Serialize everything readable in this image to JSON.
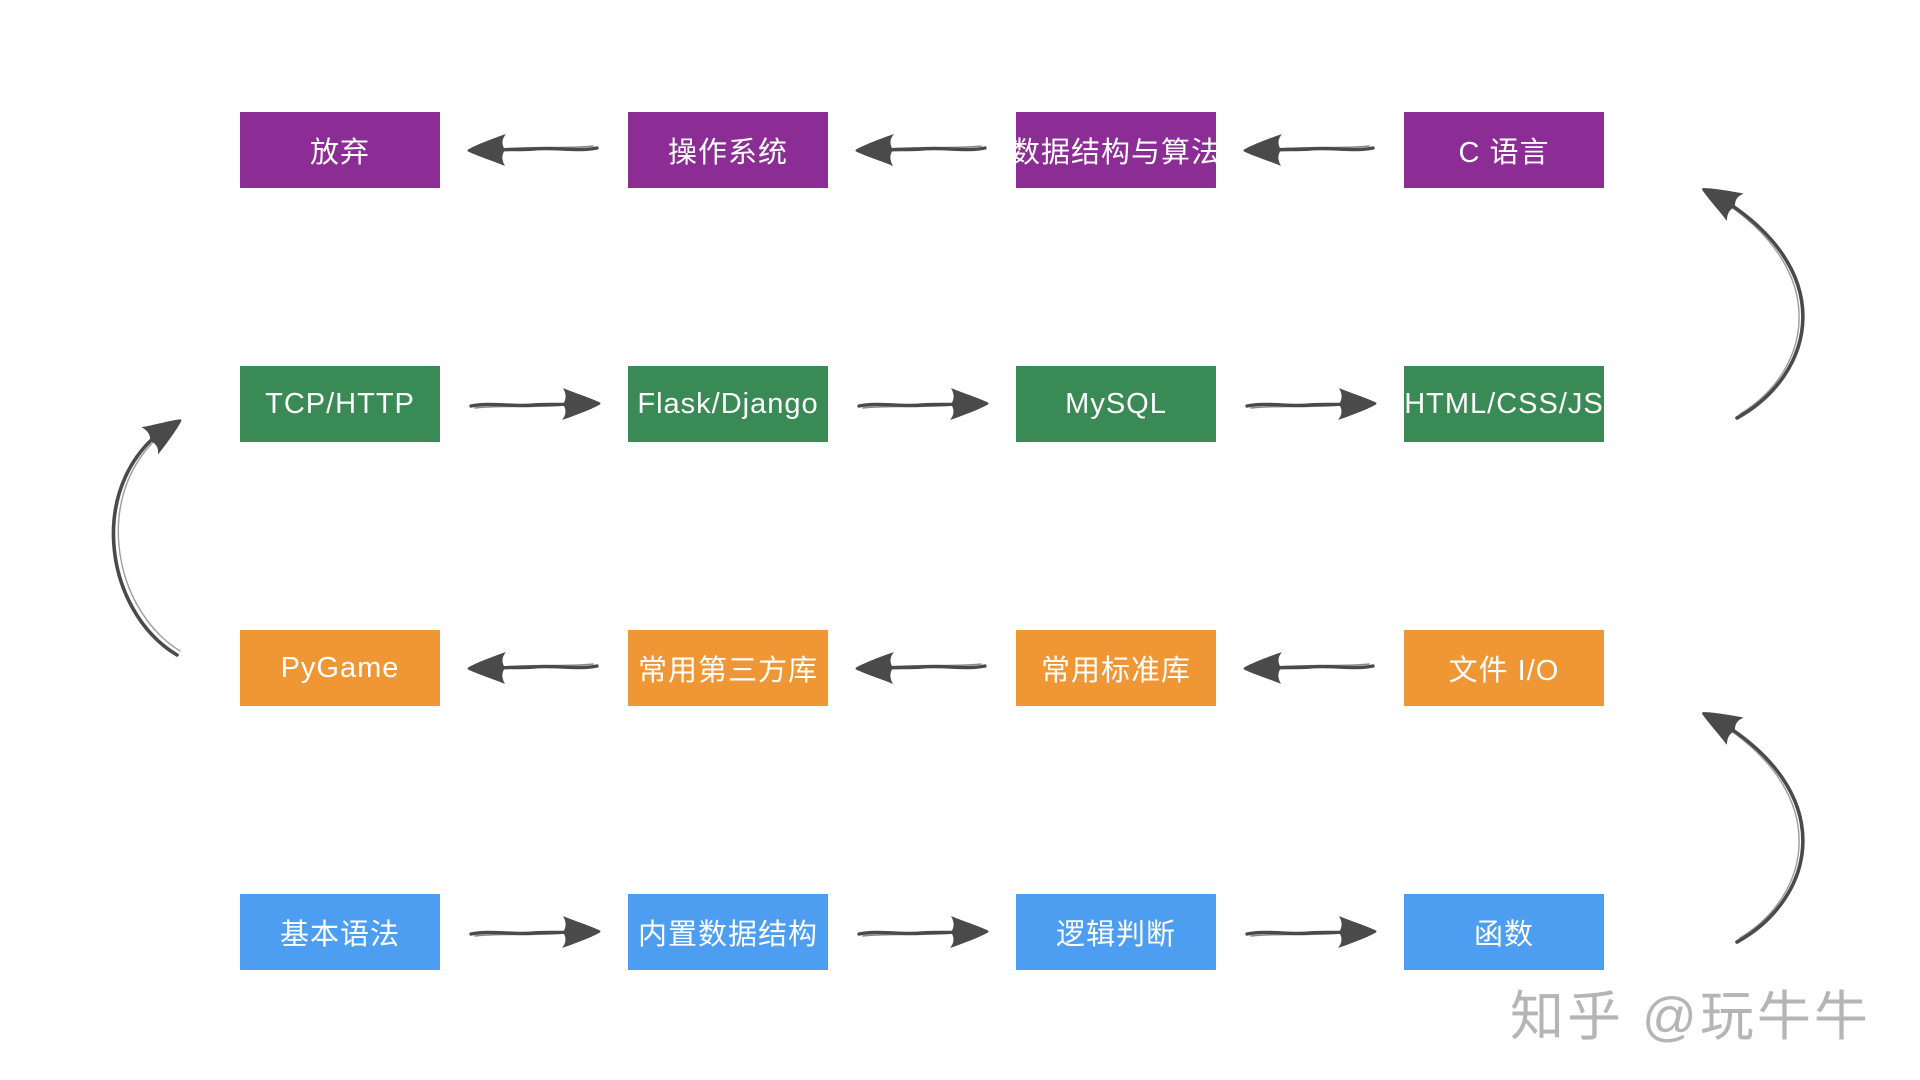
{
  "diagram": {
    "description": "Python learning path flowchart (snake layout, read bottom row upward)",
    "background": "#ffffff"
  },
  "colors": {
    "purple": "#8c2d96",
    "green": "#3a8a56",
    "orange": "#ef9735",
    "blue": "#4d9ef0",
    "arrow": "#4a4a4a"
  },
  "rows": [
    {
      "color": "#8c2d96",
      "direction": "left",
      "boxes": [
        {
          "label": "放弃"
        },
        {
          "label": "操作系统"
        },
        {
          "label": "数据结构与算法"
        },
        {
          "label": "C 语言"
        }
      ]
    },
    {
      "color": "#3a8a56",
      "direction": "right",
      "boxes": [
        {
          "label": "TCP/HTTP"
        },
        {
          "label": "Flask/Django"
        },
        {
          "label": "MySQL"
        },
        {
          "label": "HTML/CSS/JS"
        }
      ]
    },
    {
      "color": "#ef9735",
      "direction": "left",
      "boxes": [
        {
          "label": "PyGame"
        },
        {
          "label": "常用第三方库"
        },
        {
          "label": "常用标准库"
        },
        {
          "label": "文件 I/O"
        }
      ]
    },
    {
      "color": "#4d9ef0",
      "direction": "right",
      "boxes": [
        {
          "label": "基本语法"
        },
        {
          "label": "内置数据结构"
        },
        {
          "label": "逻辑判断"
        },
        {
          "label": "函数"
        }
      ]
    }
  ],
  "edges": [
    {
      "from": "基本语法",
      "to": "内置数据结构"
    },
    {
      "from": "内置数据结构",
      "to": "逻辑判断"
    },
    {
      "from": "逻辑判断",
      "to": "函数"
    },
    {
      "from": "函数",
      "to": "文件 I/O"
    },
    {
      "from": "文件 I/O",
      "to": "常用标准库"
    },
    {
      "from": "常用标准库",
      "to": "常用第三方库"
    },
    {
      "from": "常用第三方库",
      "to": "PyGame"
    },
    {
      "from": "PyGame",
      "to": "TCP/HTTP"
    },
    {
      "from": "TCP/HTTP",
      "to": "Flask/Django"
    },
    {
      "from": "Flask/Django",
      "to": "MySQL"
    },
    {
      "from": "MySQL",
      "to": "HTML/CSS/JS"
    },
    {
      "from": "HTML/CSS/JS",
      "to": "C 语言"
    },
    {
      "from": "C 语言",
      "to": "数据结构与算法"
    },
    {
      "from": "数据结构与算法",
      "to": "操作系统"
    },
    {
      "from": "操作系统",
      "to": "放弃"
    }
  ],
  "watermark": {
    "text": "知乎 @玩牛牛",
    "color": "#b5b5b5"
  }
}
